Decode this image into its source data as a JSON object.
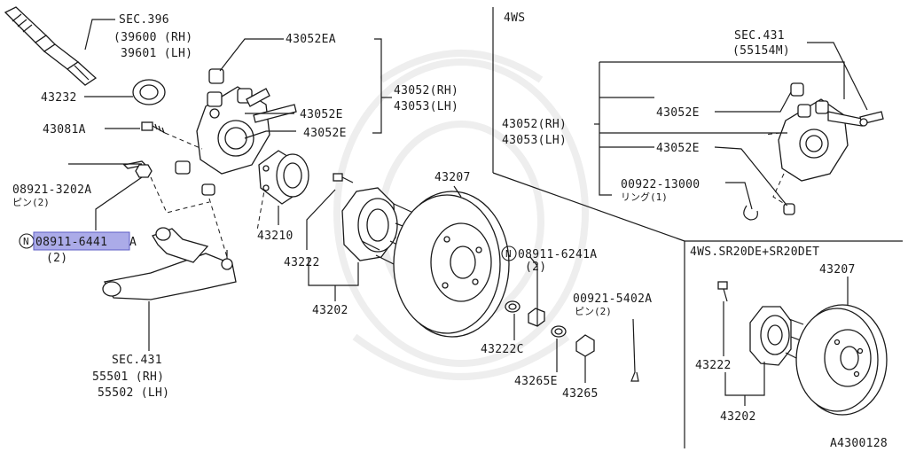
{
  "labels": {
    "sec396": "SEC.396",
    "rh39600": "(39600 (RH)",
    "lh39601": "39601 (LH)",
    "p43232": "43232",
    "p43081A": "43081A",
    "p08921": "08921-3202A",
    "pin2a": "ピン(2)",
    "n_mark1": "N",
    "p08911_6441": "08911-6441",
    "p08911_6441_suffix": "A",
    "qty2a": "(2)",
    "p43052EA": "43052EA",
    "p43052RH": "43052(RH)",
    "p43053LH": "43053(LH)",
    "p43052E_1": "43052E",
    "p43052E_2": "43052E",
    "p43210": "43210",
    "p43207": "43207",
    "p43222": "43222",
    "p43202": "43202",
    "n_mark2": "N",
    "p08911_6241": "08911-6241A",
    "qty2b": "(2)",
    "p00921": "00921-5402A",
    "pin2b": "ピン(2)",
    "p43222C": "43222C",
    "p43265E": "43265E",
    "p43265": "43265",
    "sec431": "SEC.431",
    "rh55501": "55501 (RH)",
    "lh55502": "55502 (LH)"
  },
  "ws4": {
    "title": "4WS",
    "sec431": "SEC.431",
    "p55154M": "(55154M)",
    "p43052RH": "43052(RH)",
    "p43053LH": "43053(LH)",
    "p43052E_1": "43052E",
    "p43052E_2": "43052E",
    "p00922": "00922-13000",
    "ring1": "リング(1)"
  },
  "ws4sr": {
    "title": "4WS.SR20DE+SR20DET",
    "p43207": "43207",
    "p43222": "43222",
    "p43202": "43202"
  },
  "figure_id": "A4300128",
  "colors": {
    "highlight": "#8f8fe0",
    "ink": "#1a1a1a"
  }
}
